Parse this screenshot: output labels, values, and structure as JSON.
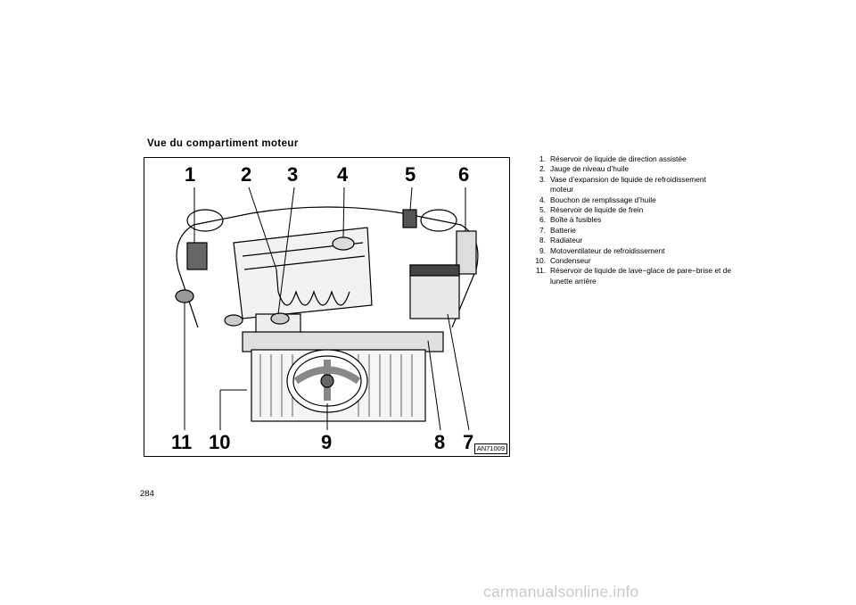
{
  "section_title": "Vue du compartiment moteur",
  "figure": {
    "code": "AN71009",
    "callouts": {
      "c1": "1",
      "c2": "2",
      "c3": "3",
      "c4": "4",
      "c5": "5",
      "c6": "6",
      "c7": "7",
      "c8": "8",
      "c9": "9",
      "c10": "10",
      "c11": "11"
    }
  },
  "legend": [
    {
      "num": "1.",
      "text": "Réservoir de liquide de direction assistée"
    },
    {
      "num": "2.",
      "text": "Jauge de niveau d’huile"
    },
    {
      "num": "3.",
      "text": "Vase d’expansion de liquide de refroidissement moteur"
    },
    {
      "num": "4.",
      "text": "Bouchon de remplissage d’huile"
    },
    {
      "num": "5.",
      "text": "Réservoir de liquide de frein"
    },
    {
      "num": "6.",
      "text": "Boîte à fusibles"
    },
    {
      "num": "7.",
      "text": "Batterie"
    },
    {
      "num": "8.",
      "text": "Radiateur"
    },
    {
      "num": "9.",
      "text": "Motoventilateur de refroidissement"
    },
    {
      "num": "10.",
      "text": "Condenseur"
    },
    {
      "num": "11.",
      "text": "Réservoir de liquide de lave−glace de pare−brise et de lunette arrière"
    }
  ],
  "page_number": "284",
  "watermark": "carmanualsonline.info"
}
